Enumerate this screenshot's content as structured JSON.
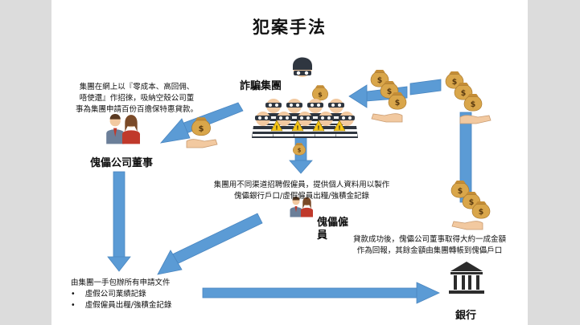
{
  "title": "犯案手法",
  "colors": {
    "arrow": "#5b9bd5",
    "arrow_edge": "#4a86c0",
    "money_bag": "#d9a64a",
    "coin": "#f2c14e",
    "hand": "#f2c9a0",
    "robber_dark": "#2f3640",
    "robber_stripe": "#ffffff",
    "warning": "#f5c518",
    "bank": "#2c2c2c"
  },
  "nodes": {
    "syndicate": {
      "label": "詐騙集團",
      "icon": "robber-group-icon"
    },
    "nominee_director": {
      "label": "傀儡公司董事",
      "icon": "people-icon"
    },
    "nominee_employee": {
      "label_line1": "傀儡僱",
      "label_line2": "員",
      "icon": "people-icon"
    },
    "bank": {
      "label": "銀行",
      "icon": "bank-icon"
    }
  },
  "notes": {
    "recruit_director": [
      "集團在網上以『零成本、高回佣、",
      "唔使還』作招徠，吸納空殼公司董",
      "事為集團申請百份百擔保特惠貸款。"
    ],
    "recruit_employee": [
      "集團用不同渠道招聘假僱員，提供個人資料用以製作",
      "傀儡銀行戶口/虛假僱員出糧/強積金記錄"
    ],
    "kickback": [
      "貸款成功後，傀儡公司董事取得大約一成金額",
      "作為回報，其餘金額由集團轉帳到傀儡戶口"
    ],
    "documents_title": "由集團一手包辦所有申請文件",
    "documents_items": [
      "虛假公司業績記錄",
      "虛假僱員出糧/強積金記錄"
    ]
  }
}
